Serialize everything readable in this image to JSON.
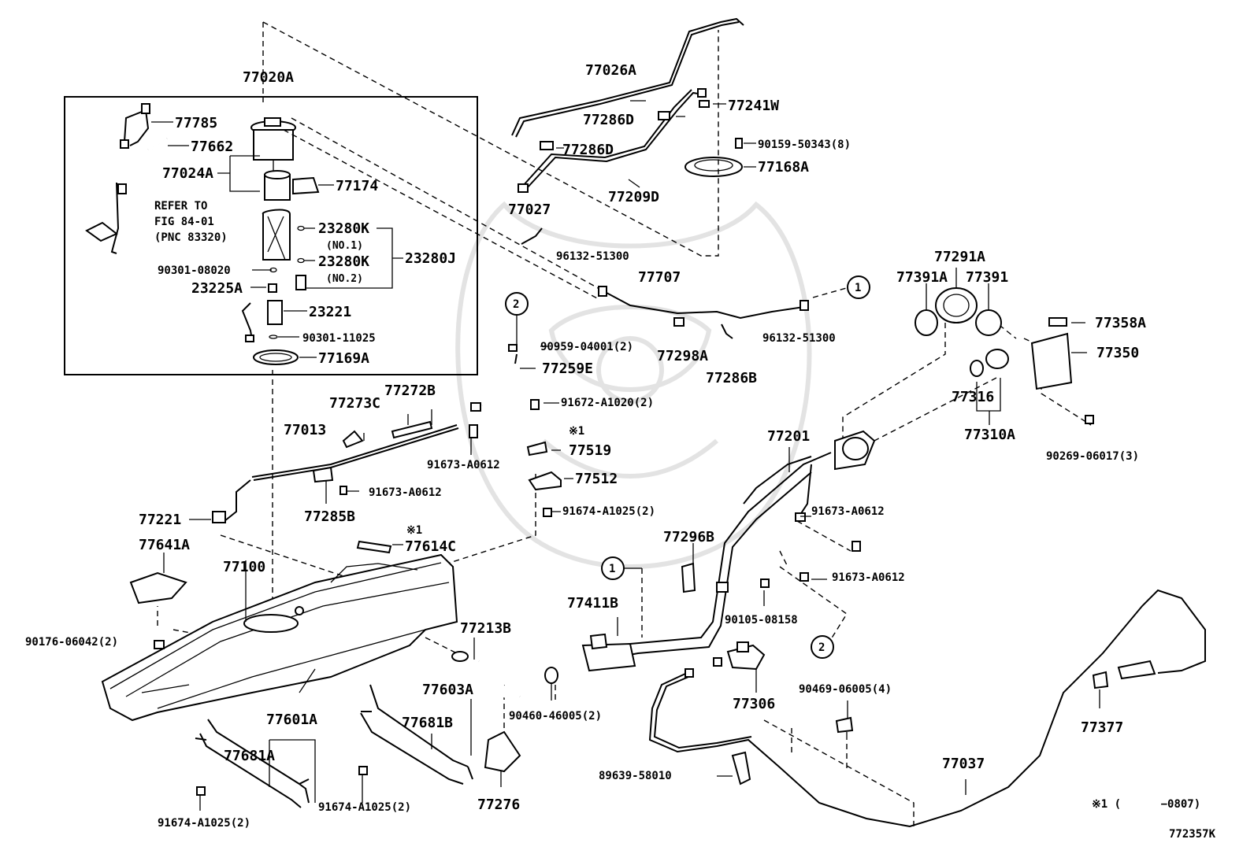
{
  "figure_code": "772357K",
  "footnote": "※1 (      −0807)",
  "labels": {
    "p77020A": "77020A",
    "p77785": "77785",
    "p77662": "77662",
    "p77024A": "77024A",
    "p77174": "77174",
    "refer1": "REFER TO",
    "refer2": "FIG 84-01",
    "refer3": "(PNC 83320)",
    "p23280K_1": "23280K",
    "no1": "(NO.1)",
    "p90301_08020": "90301-08020",
    "p23280K_2": "23280K",
    "no2": "(NO.2)",
    "p23280J": "23280J",
    "p23225A": "23225A",
    "p23221": "23221",
    "p90301_11025": "90301-11025",
    "p77169A": "77169A",
    "p77026A": "77026A",
    "p77286D_1": "77286D",
    "p77241W": "77241W",
    "p90159": "90159-50343(8)",
    "p77286D_2": "77286D",
    "p77168A": "77168A",
    "p77209D": "77209D",
    "p77027": "77027",
    "p96132_a": "96132-51300",
    "p77707": "77707",
    "p96132_b": "96132-51300",
    "p77298A": "77298A",
    "p77286B": "77286B",
    "p77291A": "77291A",
    "p77391A": "77391A",
    "p77391": "77391",
    "p77358A": "77358A",
    "p77350": "77350",
    "p77316": "77316",
    "p77310A": "77310A",
    "p90269": "90269-06017(3)",
    "p90959": "90959-04001(2)",
    "p77259E": "77259E",
    "p77272B": "77272B",
    "p77273C": "77273C",
    "p91672": "91672-A1020(2)",
    "mark1a": "※1",
    "p77519": "77519",
    "p77013": "77013",
    "p91673_a": "91673-A0612",
    "p77512": "77512",
    "p91673_b": "91673-A0612",
    "p77285B": "77285B",
    "p91674_a": "91674-A1025(2)",
    "p77221": "77221",
    "mark1b": "※1",
    "p77614C": "77614C",
    "p77641A": "77641A",
    "p77100": "77100",
    "p90176": "90176-06042(2)",
    "p77201": "77201",
    "p91673_c": "91673-A0612",
    "p77296B": "77296B",
    "p91673_d": "91673-A0612",
    "p77411B": "77411B",
    "p90105": "90105-08158",
    "p77213B": "77213B",
    "p77603A": "77603A",
    "p77681B": "77681B",
    "p77601A": "77601A",
    "p77681A": "77681A",
    "p90460": "90460-46005(2)",
    "p77306": "77306",
    "p90469": "90469-06005(4)",
    "p77037": "77037",
    "p77377": "77377",
    "p89639": "89639-58010",
    "p77276": "77276",
    "p91674_b": "91674-A1025(2)",
    "p91674_c": "91674-A1025(2)",
    "circle1": "1",
    "circle2": "2"
  }
}
